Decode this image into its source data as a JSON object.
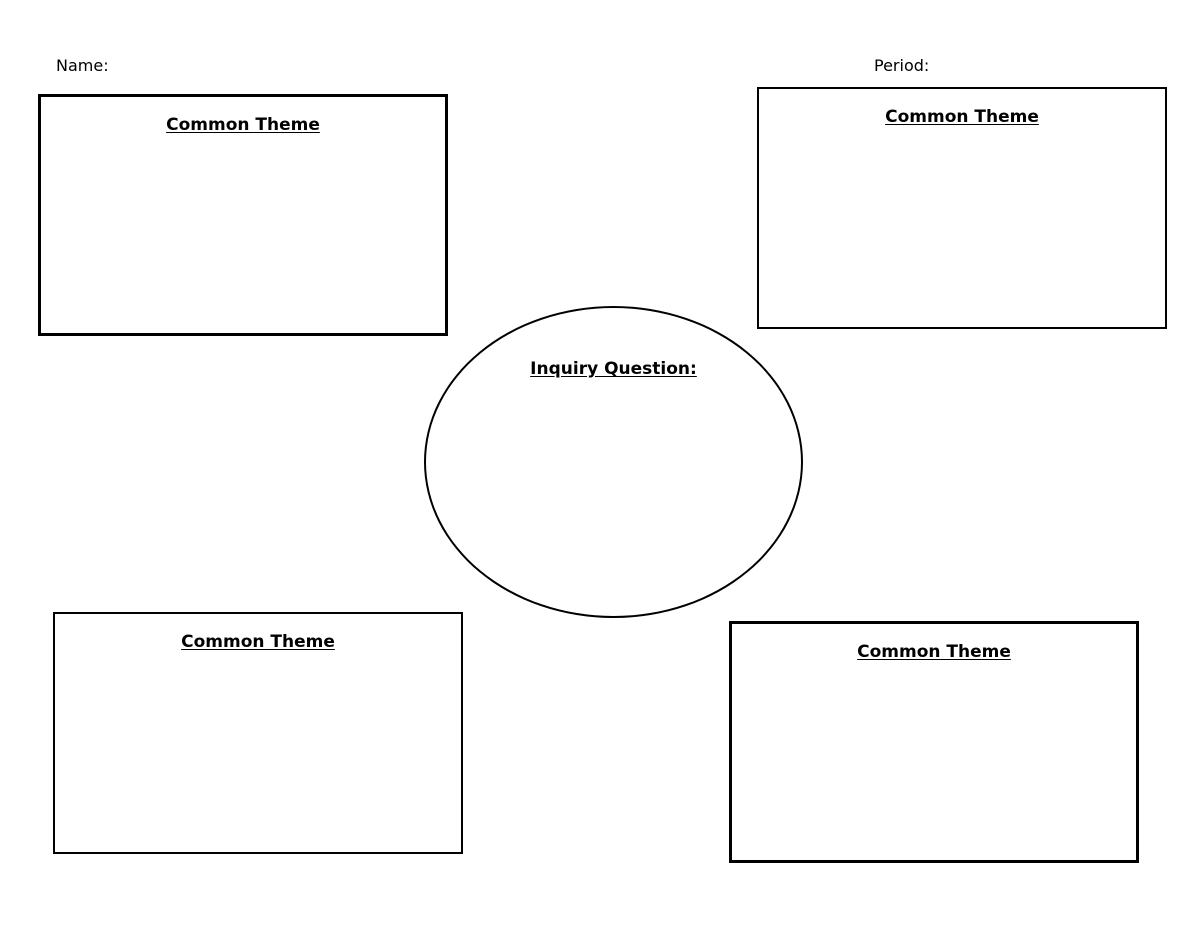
{
  "header": {
    "name_label": "Name:",
    "period_label": "Period:"
  },
  "boxes": {
    "top_left_title": "Common Theme",
    "top_right_title": "Common Theme",
    "bottom_left_title": "Common Theme",
    "bottom_right_title": "Common Theme"
  },
  "center": {
    "inquiry_title": "Inquiry Question:"
  },
  "colors": {
    "line": "#000000",
    "background": "#ffffff"
  }
}
